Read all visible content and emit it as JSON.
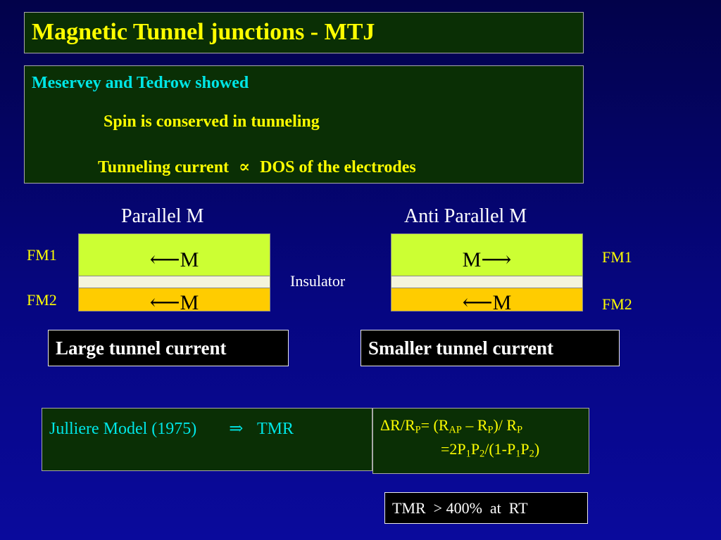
{
  "title": "Magnetic Tunnel junctions -  MTJ",
  "intro": {
    "line1": "Meservey and Tedrow showed",
    "line2": "Spin is conserved in tunneling",
    "line3_left": "Tunneling current",
    "proportional_symbol": "∝",
    "line3_right": "DOS of the electrodes"
  },
  "parallel": {
    "title": "Parallel M",
    "fm1_label": "FM1",
    "fm2_label": "FM2",
    "top_arrow": "⟵M",
    "bottom_arrow": "⟵M",
    "result": "Large tunnel current"
  },
  "insulator_label": "Insulator",
  "antiparallel": {
    "title": "Anti Parallel M",
    "fm1_label": "FM1",
    "fm2_label": "FM2",
    "top_arrow": "M⟶",
    "bottom_arrow": "⟵M",
    "result": "Smaller tunnel current"
  },
  "julliere": {
    "label": "Julliere Model (1975)",
    "implies": "⇒",
    "tmr": "TMR"
  },
  "formula": {
    "delta": "Δ",
    "R": "R",
    "slash": "/",
    "P": "P",
    "A": "A",
    "eq_open": "= (R",
    "dash": " – ",
    "close_slash": ")/ ",
    "line2_eq": "=2",
    "line2_mid": "/(1-",
    "close": ")",
    "one": "1",
    "two": "2"
  },
  "tmr_note": "TMR  > 400%  at  RT",
  "colors": {
    "background_top": "#02024a",
    "background_bottom": "#0a0a9c",
    "box_green": "#0a2f05",
    "text_yellow": "#ffff00",
    "text_cyan": "#00e6e6",
    "fm1_layer": "#ccff33",
    "fm2_layer": "#ffcc00"
  }
}
